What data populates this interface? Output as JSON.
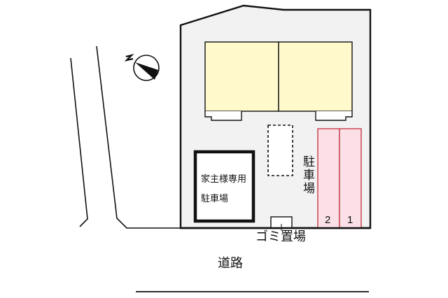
{
  "colors": {
    "lot_fill": "#f2f2f2",
    "building_fill": "#fff9cc",
    "parking_fill": "#fbe0e8",
    "parking_stroke": "#c0303a",
    "line": "#111111"
  },
  "compass": {
    "icon": "north-arrow-icon",
    "label": "N"
  },
  "buildings": [
    {
      "name": "unit-left"
    },
    {
      "name": "unit-right"
    }
  ],
  "owner_parking": {
    "line1": "家主様専用",
    "line2": "駐車場"
  },
  "parking": {
    "label": "駐車場",
    "spaces": [
      {
        "number": "2"
      },
      {
        "number": "1"
      }
    ]
  },
  "garbage": {
    "label": "ゴミ置場"
  },
  "road": {
    "label": "道路"
  }
}
